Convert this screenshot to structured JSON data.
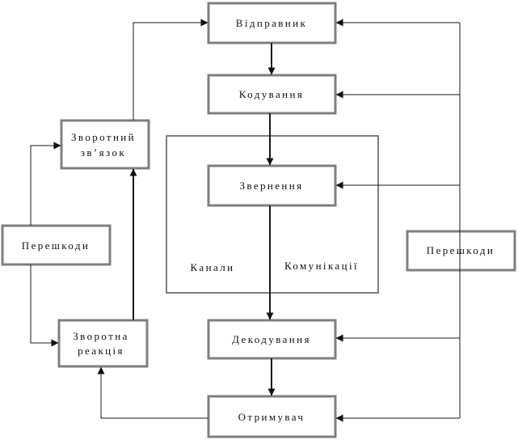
{
  "nodes": {
    "sender": "Відправник",
    "encoding": "Кодування",
    "message": "Звернення",
    "channels": "Канали",
    "communications": "Комунікації",
    "decoding": "Декодування",
    "receiver": "Отримувач",
    "feedback_line1": "Зворотний",
    "feedback_line2": "зв’язок",
    "response_line1": "Зворотна",
    "response_line2": "реакція",
    "noise_left": "Перешкоди",
    "noise_right": "Перешкоди"
  }
}
